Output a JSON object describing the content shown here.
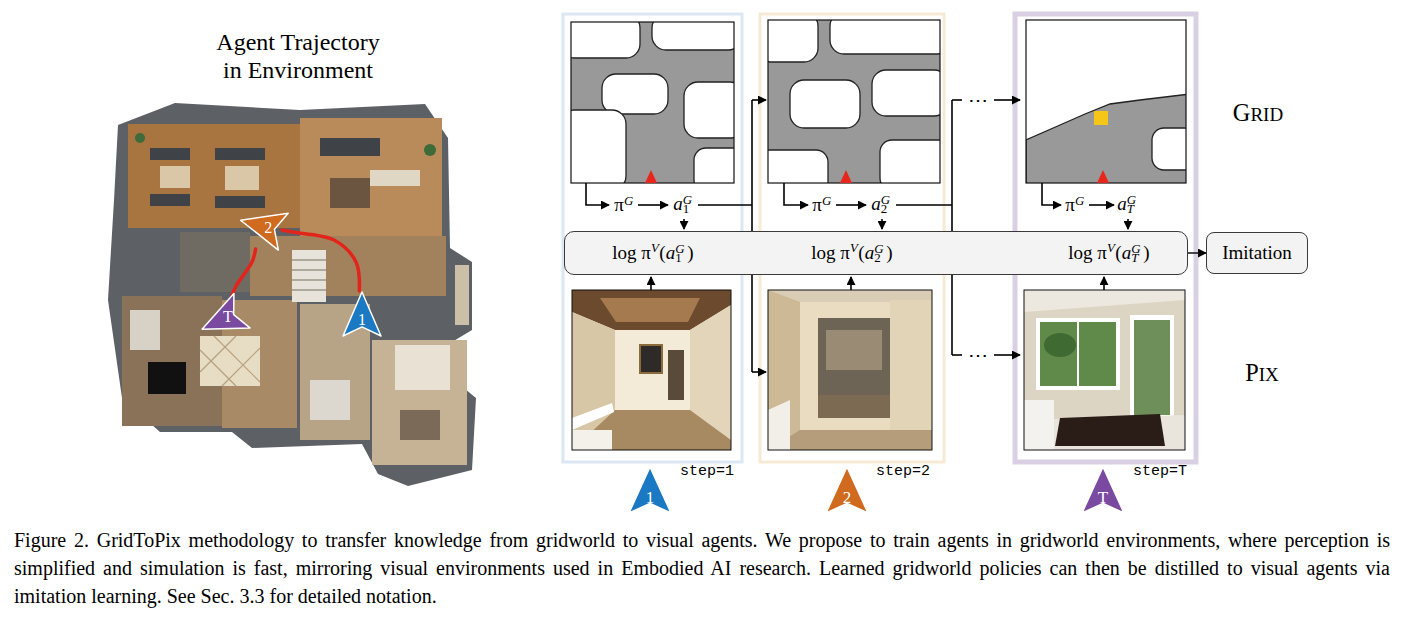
{
  "diagram": {
    "caption": "Figure 2. GridToPix methodology to transfer knowledge from gridworld to visual agents. We propose to train agents in gridworld environments, where perception is simplified and simulation is fast, mirroring visual environments used in Embodied AI research. Learned gridworld policies can then be distilled to visual agents via imitation learning. See Sec. 3.3 for detailed notation.",
    "nodes": [
      {
        "text": [
          "1"
        ]
      },
      {
        "text": [
          "2"
        ]
      },
      {
        "text": [
          "T"
        ]
      },
      {
        "text": [
          "log πV(a1G)",
          "log πV(a2G)",
          "log πV(aTG)"
        ]
      },
      {
        "text": [
          "Imitation"
        ]
      },
      {
        "text": [
          "1"
        ]
      },
      {
        "text": [
          "2"
        ]
      },
      {
        "text": [
          "T"
        ]
      }
    ],
    "edges": [
      {
        "from": 0,
        "to": 1,
        "arrow": "none"
      },
      {
        "from": 1,
        "to": 2,
        "arrow": "none"
      },
      {
        "from": 3,
        "to": 4,
        "arrow": "to"
      }
    ],
    "labels": [
      "Agent Trajectory in Environment",
      "πG",
      "a1G",
      "πG",
      "a2G",
      "πG",
      "aTG",
      "⋯",
      "⋯",
      "GRID",
      "PIX",
      "step=1",
      "step=2",
      "step=T"
    ]
  }
}
